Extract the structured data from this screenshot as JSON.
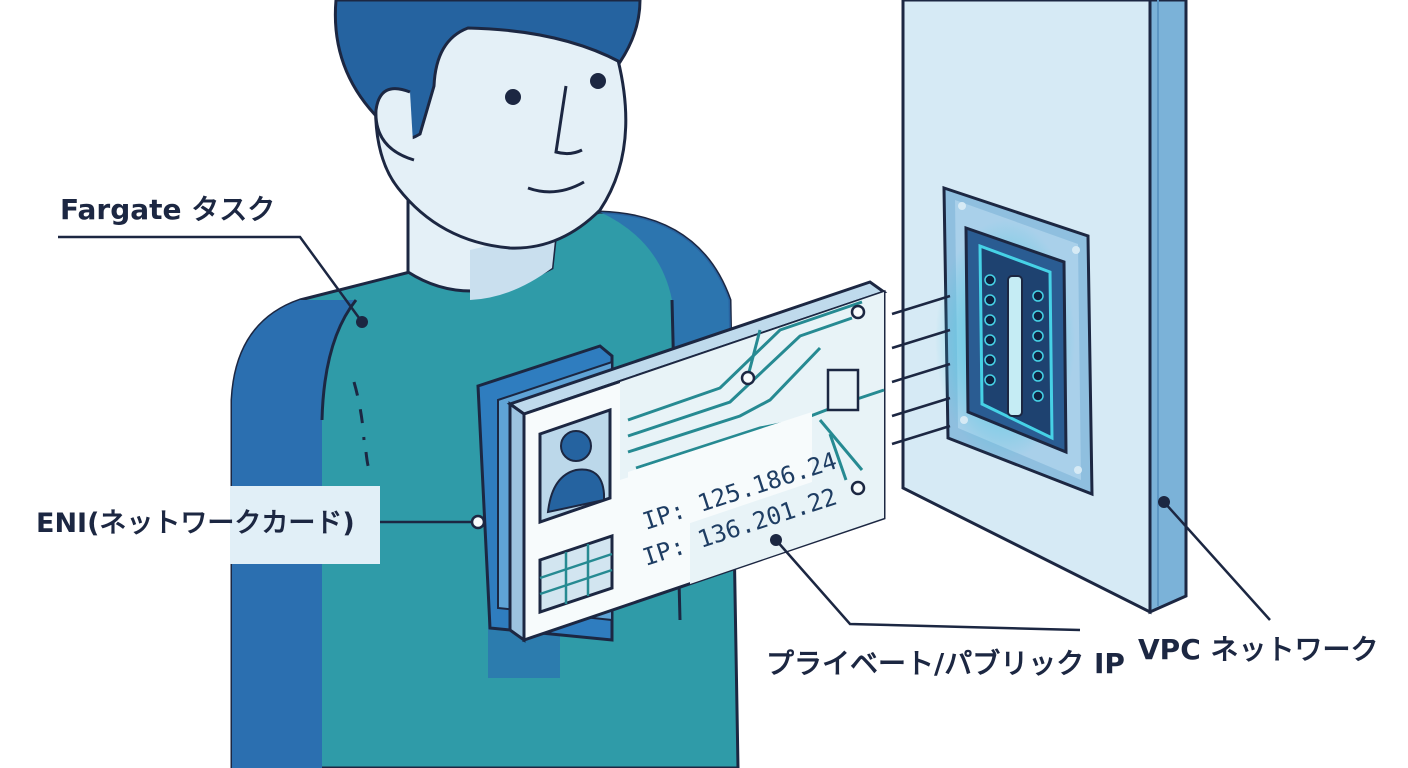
{
  "labels": {
    "fargate_task": "Fargate タスク",
    "eni": "ENI(ネットワークカード)",
    "ip_type": "プライベート/パブリック IP",
    "vpc_network": "VPC ネットワーク"
  },
  "card": {
    "ip_lines": [
      "IP: 125.186.24",
      "IP: 136.201.22"
    ]
  },
  "colors": {
    "outline": "#1c2742",
    "shirt": "#2f9ba8",
    "shirt_shadow": "#2866a8",
    "skin": "#e4f0f7",
    "hair": "#2563a0",
    "wall": "#d3e8f3",
    "wall_edge": "#7bb2d8",
    "card_face": "#f7fbfc",
    "circuit": "#268a92",
    "glow": "#40c8e0"
  },
  "icons": [
    "person-icon",
    "eni-card-icon",
    "network-port-icon",
    "avatar-icon",
    "chip-icon"
  ]
}
